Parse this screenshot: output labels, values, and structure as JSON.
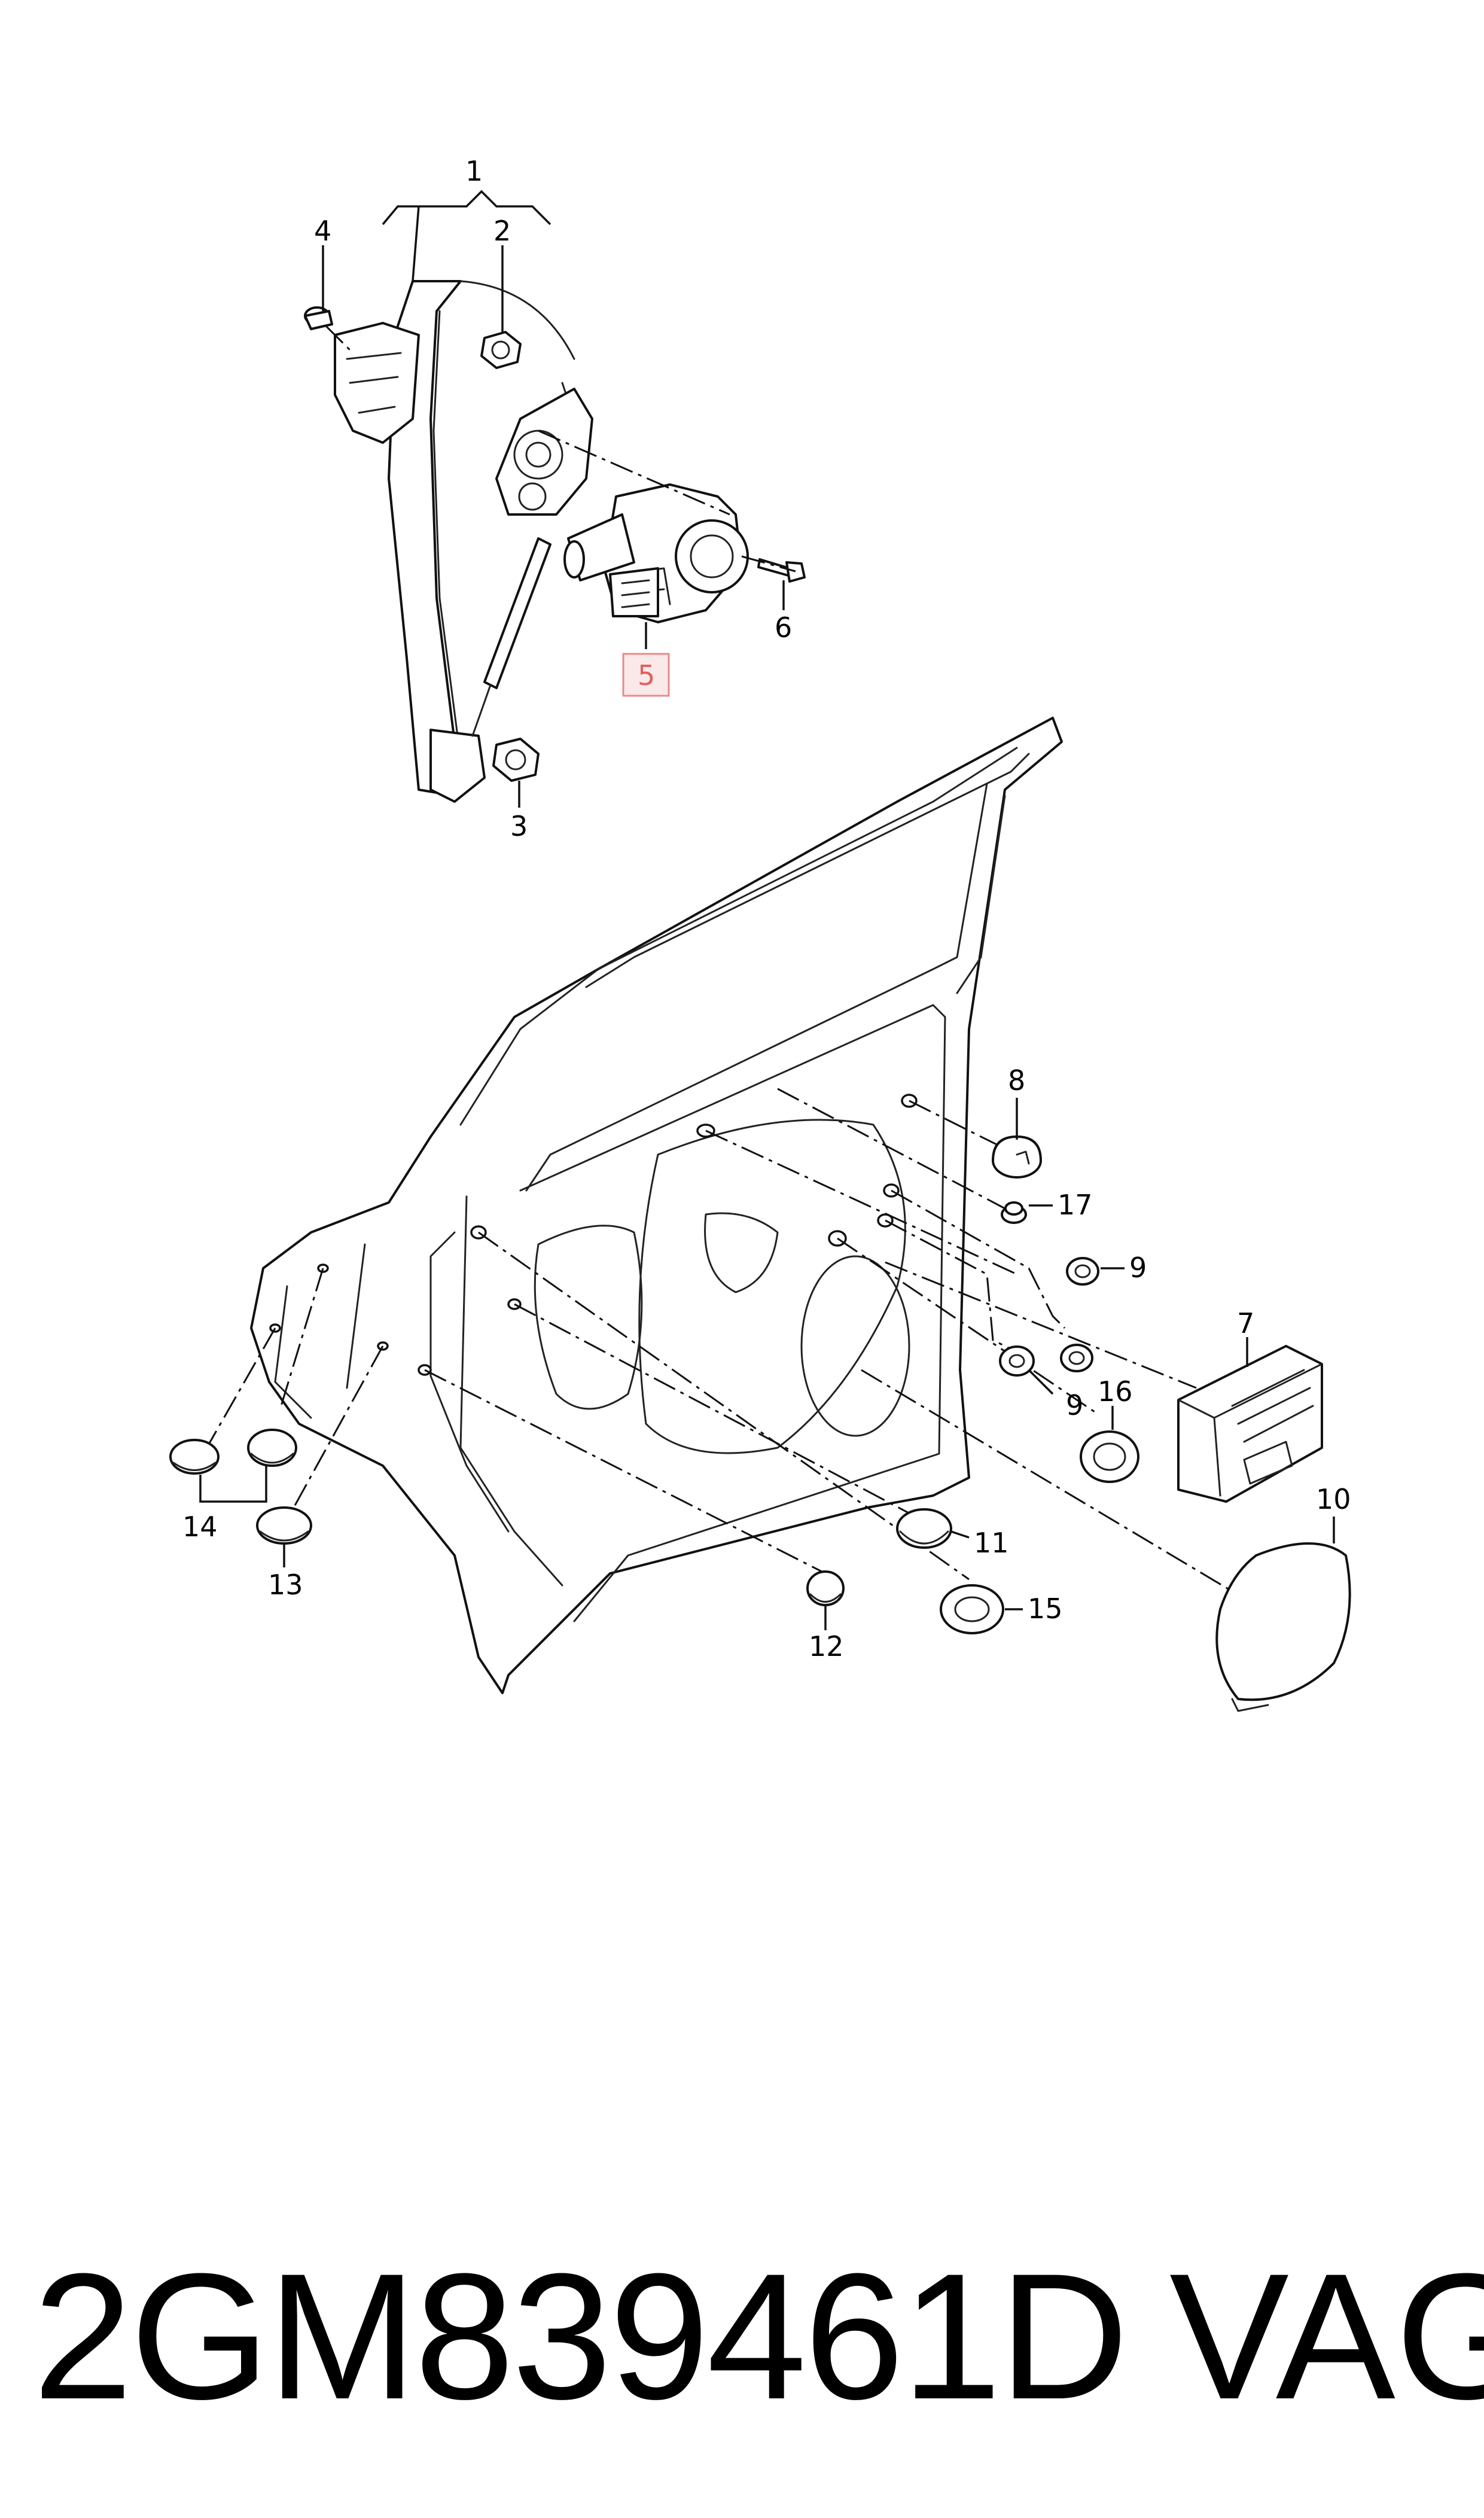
{
  "callouts": {
    "c1": "1",
    "c2": "2",
    "c3": "3",
    "c4": "4",
    "c5": "5",
    "c6": "6",
    "c7": "7",
    "c8": "8",
    "c9a": "9",
    "c9b": "9",
    "c10": "10",
    "c11": "11",
    "c12": "12",
    "c13": "13",
    "c14": "14",
    "c15": "15",
    "c16": "16",
    "c17": "17"
  },
  "highlighted_callout": "5",
  "highlight_color": "#e88a8a",
  "caption": {
    "part_number": "2GM839461D",
    "brand": "VAG"
  }
}
